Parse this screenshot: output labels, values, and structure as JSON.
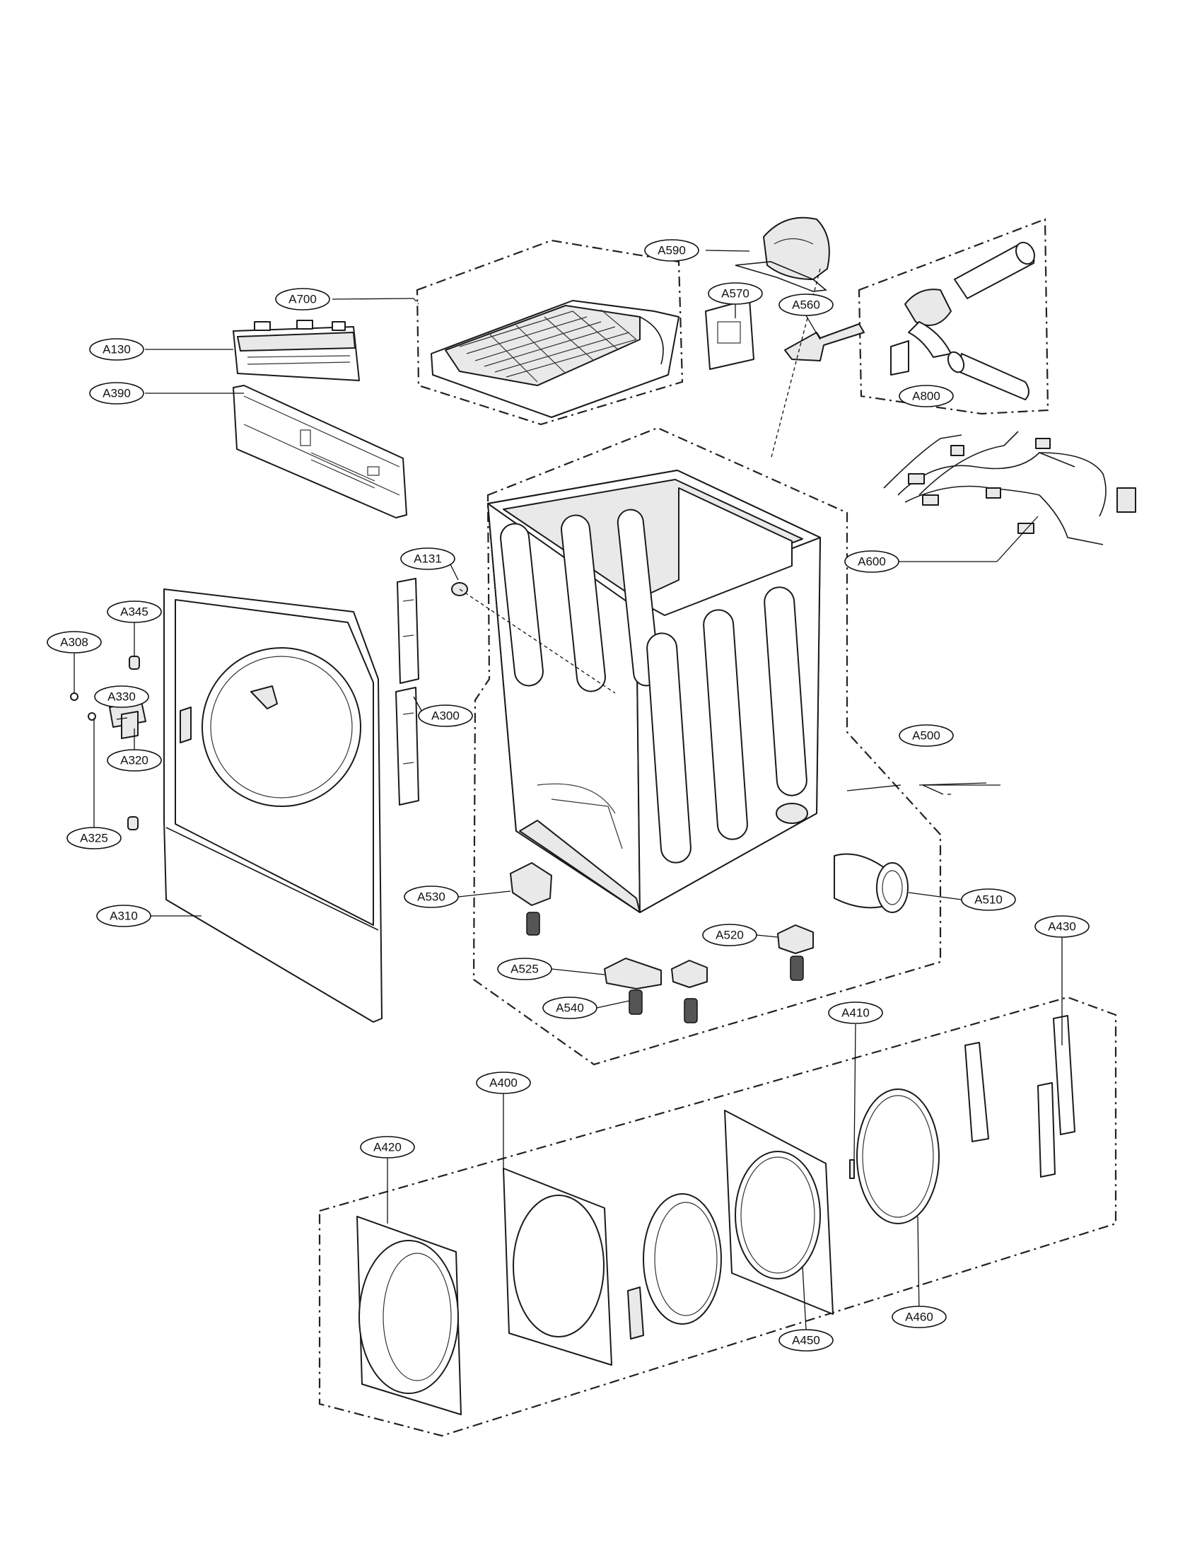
{
  "callouts": {
    "a590": "A590",
    "a700": "A700",
    "a130": "A130",
    "a390": "A390",
    "a570": "A570",
    "a560": "A560",
    "a800": "A800",
    "a600": "A600",
    "a131": "A131",
    "a345": "A345",
    "a308": "A308",
    "a330": "A330",
    "a300": "A300",
    "a320": "A320",
    "a325": "A325",
    "a500": "A500",
    "a310": "A310",
    "a530": "A530",
    "a510": "A510",
    "a520": "A520",
    "a430": "A430",
    "a525": "A525",
    "a540": "A540",
    "a410": "A410",
    "a400": "A400",
    "a420": "A420",
    "a450": "A450",
    "a460": "A460"
  }
}
